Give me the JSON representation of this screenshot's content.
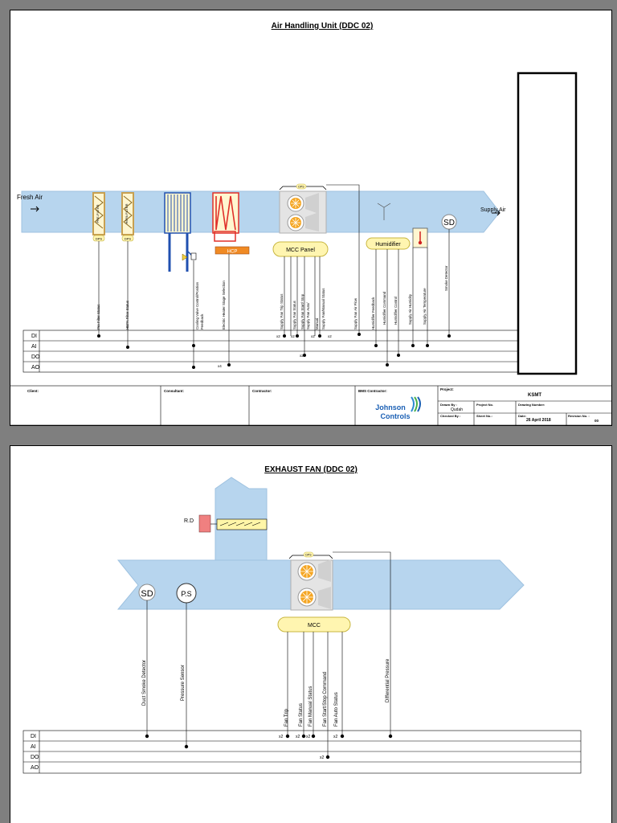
{
  "colors": {
    "duct": "#b7d5ee",
    "duct_stroke": "#9fc2e0",
    "panel": "#fff5b0",
    "panel_stroke": "#c8b640",
    "hcp": "#f08a24",
    "damper": "#f08080",
    "heater": "#e0302a",
    "coil": "#2050b0",
    "filter_frame": "#c8a050",
    "fan": "#f5a623"
  },
  "ahu": {
    "title": "Air Handling Unit (DDC 02)",
    "fresh_air": "Fresh Air",
    "supply_air": "Supply Air",
    "filter1_text": "PRE-FILTER",
    "filter2_text": "HEPA FILTER",
    "dps": "DPS",
    "hcp": "HCP",
    "mcc": "MCC Panel",
    "humidifier": "Humidifier",
    "sd": "SD",
    "point_labels": {
      "pre_filter_status": "Pre Filter Status",
      "hepa_filter_status": "HEPA Filter Status",
      "cooling_valve_1": "Cooling Valve Control/Position",
      "cooling_valve_2": "Feedback",
      "electric_heater": "Electric Heater Stage Selection",
      "sf_trip": "Supply Fan Trip Status",
      "sf_status": "Supply Fan Status",
      "sf_startstop": "Supply Fan Start/ Stop",
      "sf_auto": "Supply Fan Auto/",
      "sf_manual": "Manual",
      "sf_fanmanual": "Supply Fan/Manual Status",
      "sf_airflow": "Supply Fan Air Flow",
      "hum_feedback": "Humidifier Feedback",
      "hum_command": "Humidifier Command",
      "hum_control": "Humidifier Control",
      "sa_humidity": "Supply Air Humidity",
      "sa_temp": "Supply Air Temperature",
      "smoke_detector": "Smoke Detector"
    },
    "mult": {
      "x2": "x2",
      "x4": "x4"
    },
    "rows": [
      "DI",
      "AI",
      "DO",
      "AO"
    ]
  },
  "title_block": {
    "client": "Client:",
    "consultant": "Consultant:",
    "contractor": "Contractor:",
    "bms_contractor": "BMS Contractor:",
    "logo_line1": "Johnson",
    "logo_line2": "Controls",
    "project_label": "Project:",
    "project": "KSMT",
    "drawn_by_label": "Drawn By :",
    "drawn_by": "Qudah",
    "project_no_label": "Project No.",
    "drawing_number_label": "Drawing Number:",
    "checked_by_label": "Checked By :",
    "sheet_no_label": "Sheet No.:",
    "date_label": "Date:",
    "date": "26 April 2018",
    "revision_label": "Revision No. :",
    "revision": "00"
  },
  "exhaust": {
    "title": "EXHAUST FAN (DDC 02)",
    "rd": "R.D",
    "sd": "SD",
    "ps": "P.S",
    "dps": "DPS",
    "mcc": "MCC",
    "point_labels": {
      "duct_smoke": "Duct Smoke Detector",
      "pressure_sensor": "Pressure Sensor",
      "fan_trip": "Fan Trip",
      "fan_status": "Fan Status",
      "fan_manual": "Fan Manual Status",
      "fan_startstop": "Fan Start/Stop Command",
      "fan_auto": "Fan Auto Status",
      "diff_pressure": "Differential Pressure"
    },
    "mult": {
      "x2": "x2"
    },
    "rows": [
      "DI",
      "AI",
      "DO",
      "AO"
    ]
  }
}
